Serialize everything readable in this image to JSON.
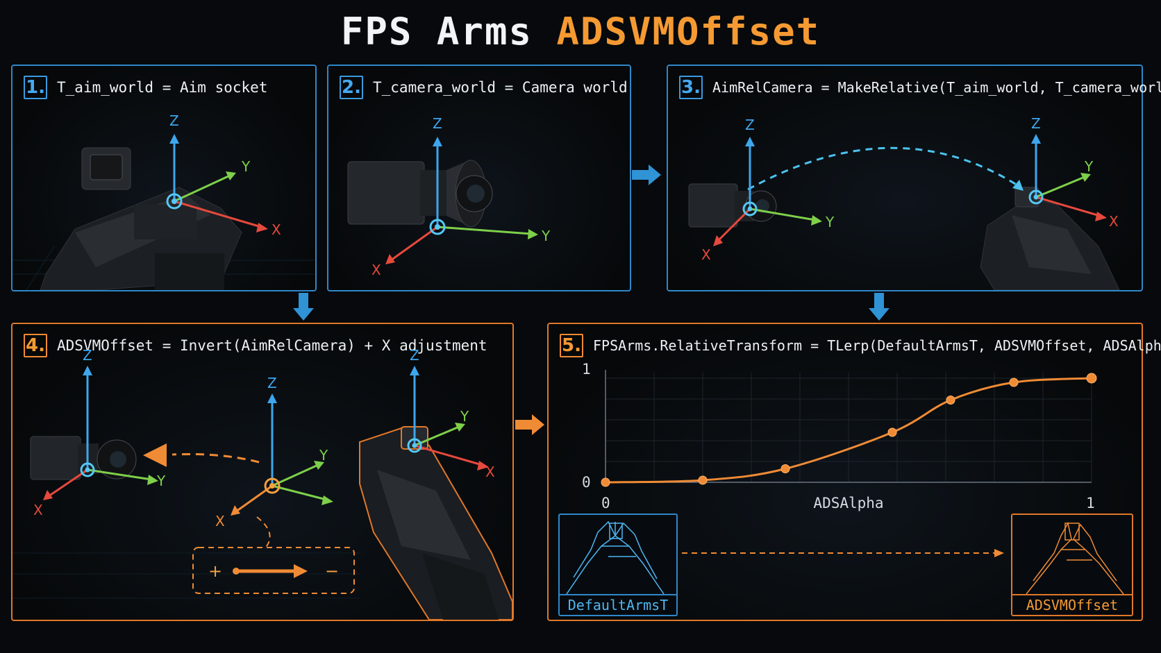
{
  "title": {
    "part1": "FPS Arms",
    "part2": "ADSVMOffset"
  },
  "axes_labels": {
    "x": "X",
    "y": "Y",
    "z": "Z"
  },
  "panels": [
    {
      "number": "1.",
      "caption": "T_aim_world = Aim socket"
    },
    {
      "number": "2.",
      "caption": "T_camera_world = Camera world"
    },
    {
      "number": "3.",
      "caption": "AimRelCamera = MakeRelative(T_aim_world, T_camera_world)"
    },
    {
      "number": "4.",
      "caption": "ADSVMOffset = Invert(AimRelCamera) + X adjustment"
    },
    {
      "number": "5.",
      "caption": "FPSArms.RelativeTransform = TLerp(DefaultArmsT, ADSVMOffset, ADSAlpha)"
    }
  ],
  "adjust_widget": {
    "plus": "+",
    "minus": "−"
  },
  "thumbs": {
    "left": "DefaultArmsT",
    "right": "ADSVMOffset"
  },
  "colors": {
    "blue": "#2f88c9",
    "orange": "#e0782a",
    "z_axis": "#3ea6ee",
    "y_axis": "#7ed04a",
    "x_axis": "#e6493d"
  },
  "icons": [
    "aim-socket-icon",
    "camera-icon",
    "rifle-icon",
    "arrow-down-icon",
    "arrow-right-icon"
  ],
  "chart_data": {
    "type": "line",
    "title": "",
    "xlabel": "ADSAlpha",
    "ylabel": "",
    "xlim": [
      0,
      1
    ],
    "ylim": [
      0,
      1
    ],
    "x_ticks": [
      "0",
      "1"
    ],
    "y_ticks": [
      "0",
      "1"
    ],
    "grid": true,
    "series": [
      {
        "x": [
          0,
          0.2,
          0.37,
          0.59,
          0.71,
          0.84,
          1.0
        ],
        "values": [
          0.0,
          0.02,
          0.13,
          0.48,
          0.79,
          0.96,
          1.0
        ]
      }
    ]
  }
}
